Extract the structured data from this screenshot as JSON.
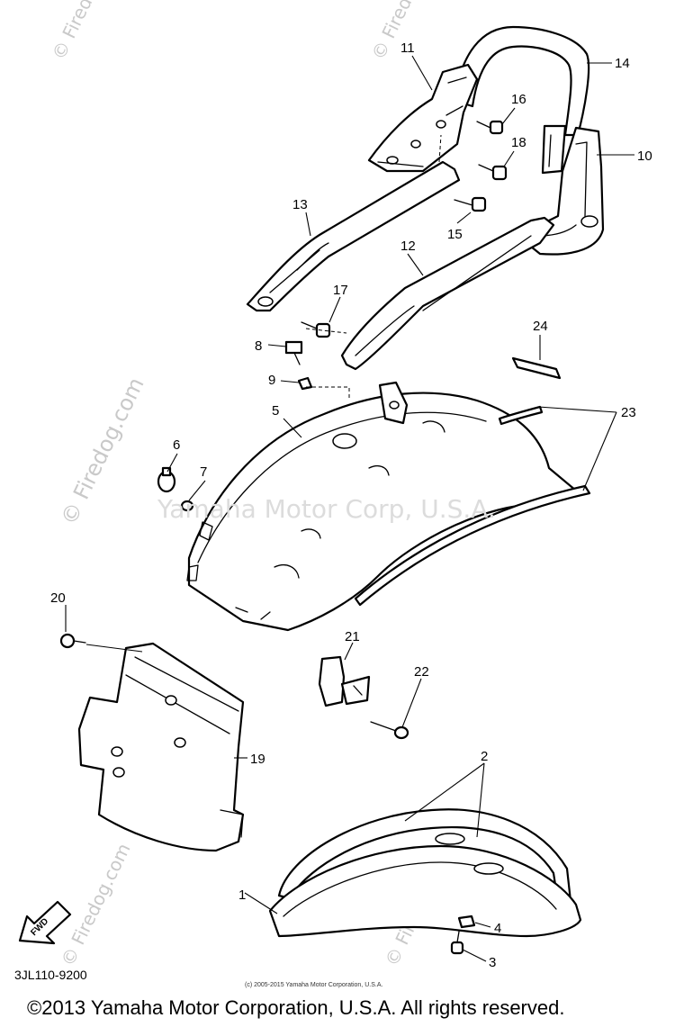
{
  "diagram": {
    "callouts": [
      {
        "id": "1",
        "label": "1"
      },
      {
        "id": "2",
        "label": "2"
      },
      {
        "id": "3",
        "label": "3"
      },
      {
        "id": "4",
        "label": "4"
      },
      {
        "id": "5",
        "label": "5"
      },
      {
        "id": "6",
        "label": "6"
      },
      {
        "id": "7",
        "label": "7"
      },
      {
        "id": "8",
        "label": "8"
      },
      {
        "id": "9",
        "label": "9"
      },
      {
        "id": "10",
        "label": "10"
      },
      {
        "id": "11",
        "label": "11"
      },
      {
        "id": "12",
        "label": "12"
      },
      {
        "id": "13",
        "label": "13"
      },
      {
        "id": "14",
        "label": "14"
      },
      {
        "id": "15",
        "label": "15"
      },
      {
        "id": "16",
        "label": "16"
      },
      {
        "id": "17",
        "label": "17"
      },
      {
        "id": "18",
        "label": "18"
      },
      {
        "id": "19",
        "label": "19"
      },
      {
        "id": "20",
        "label": "20"
      },
      {
        "id": "21",
        "label": "21"
      },
      {
        "id": "22",
        "label": "22"
      },
      {
        "id": "23",
        "label": "23"
      },
      {
        "id": "24",
        "label": "24"
      }
    ],
    "fwd_label": "FWD",
    "diagram_code": "3JL110-9200",
    "small_copyright": "(c) 2005-2015 Yamaha Motor Corporation, U.S.A.",
    "center_watermark": "Yamaha Motor Corp, U.S.A.",
    "site_watermark": "© Firedog.com",
    "footer_copyright": "©2013 Yamaha Motor Corporation, U.S.A. All rights reserved."
  }
}
